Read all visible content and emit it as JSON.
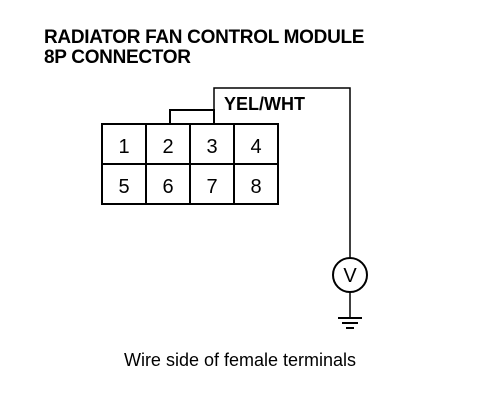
{
  "title": {
    "line1": "RADIATOR FAN CONTROL MODULE",
    "line2": "8P CONNECTOR"
  },
  "connector": {
    "pins_top": [
      "1",
      "2",
      "3",
      "4"
    ],
    "pins_bottom": [
      "5",
      "6",
      "7",
      "8"
    ]
  },
  "wire_label": "YEL/WHT",
  "meter_symbol": "V",
  "caption": "Wire side of female terminals"
}
